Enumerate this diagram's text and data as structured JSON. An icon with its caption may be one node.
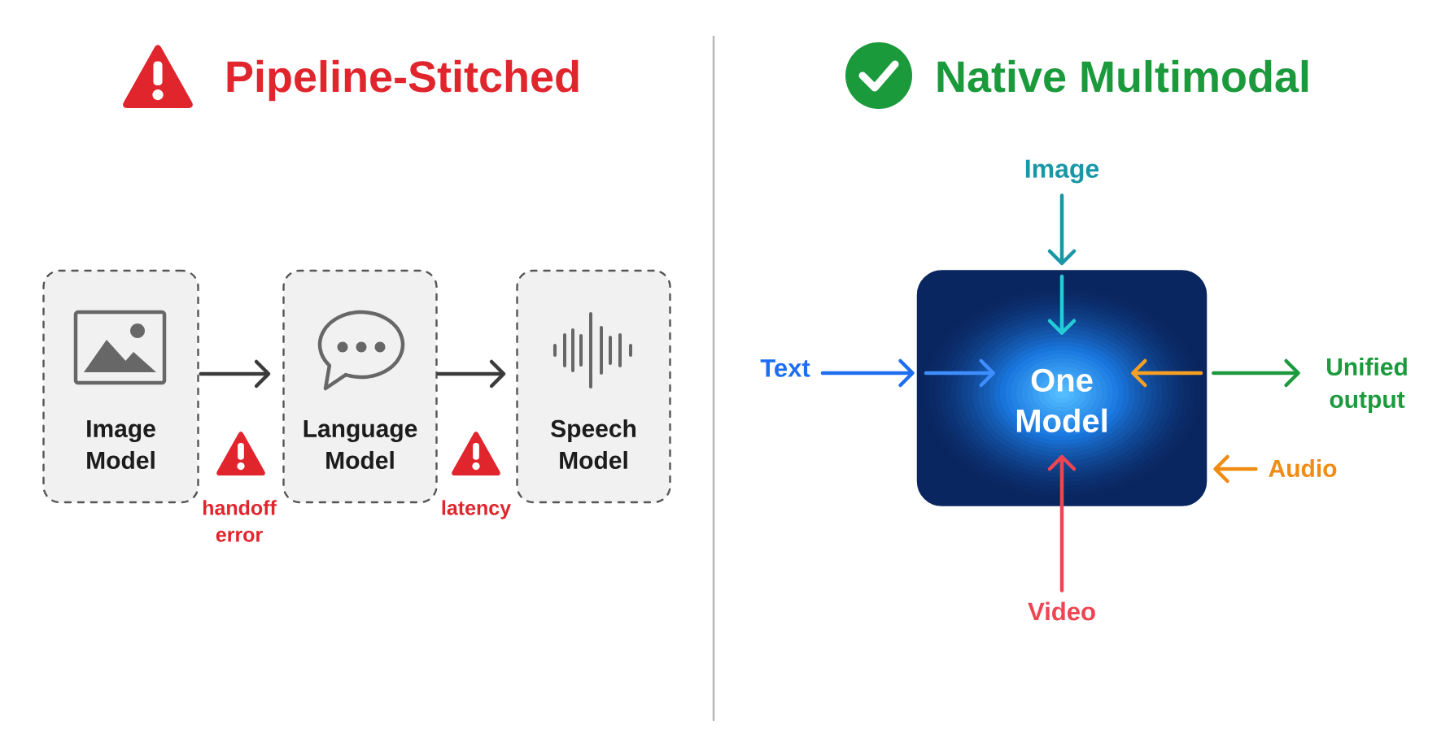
{
  "diagram": {
    "nodes": [
      {
        "text": [
          "Image Model"
        ]
      },
      {
        "text": [
          "Language Model"
        ]
      },
      {
        "text": [
          "Speech Model"
        ]
      },
      {
        "text": [
          "Image"
        ]
      },
      {
        "text": [
          "Text"
        ]
      },
      {
        "text": [
          "One Model"
        ]
      },
      {
        "text": [
          "Unified output"
        ]
      },
      {
        "text": [
          "Audio"
        ]
      },
      {
        "text": [
          "Video"
        ]
      }
    ],
    "edges": [
      {
        "from": 0,
        "to": 1,
        "arrow": "to"
      },
      {
        "from": 1,
        "to": 2,
        "arrow": "to"
      },
      {
        "from": 3,
        "to": 5,
        "arrow": "to",
        "color": "#1a96a6"
      },
      {
        "from": 4,
        "to": 5,
        "arrow": "to",
        "color": "#1e6ef0"
      },
      {
        "from": 5,
        "to": 6,
        "arrow": "to",
        "color": "#1c9a3e"
      },
      {
        "from": 7,
        "to": 5,
        "arrow": "to",
        "color": "#f08c14"
      },
      {
        "from": 8,
        "to": 5,
        "arrow": "to",
        "color": "#ee4553"
      }
    ],
    "labels": [
      "Pipeline-Stitched",
      "Native Multimodal",
      "handoff error",
      "latency"
    ]
  }
}
